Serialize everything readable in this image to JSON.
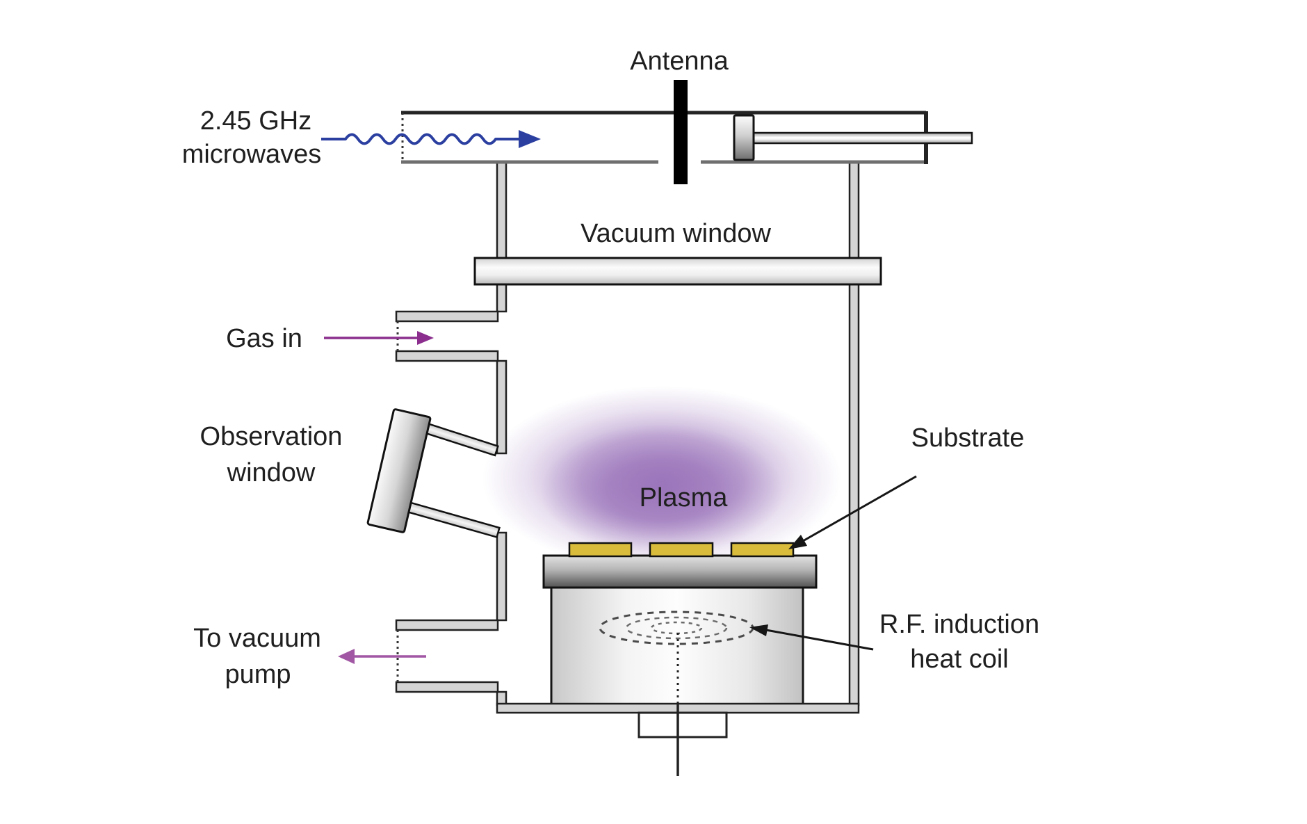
{
  "figure": {
    "labels": {
      "antenna": "Antenna",
      "microwaves": {
        "line1": "2.45 GHz",
        "line2": "microwaves"
      },
      "vacuum_window": "Vacuum window",
      "gas_in": "Gas in",
      "observation_window": {
        "line1": "Observation",
        "line2": "window"
      },
      "plasma": "Plasma",
      "substrate": "Substrate",
      "rf_coil": {
        "line1": "R.F. induction",
        "line2": "heat coil"
      },
      "vacuum_pump": {
        "line1": "To vacuum",
        "line2": "pump"
      }
    },
    "colors": {
      "microwave_arrow": "#2b3fa0",
      "gas_arrow": "#8b2e8e",
      "pump_arrow": "#a157a3",
      "plasma_glow": "#9268b4",
      "plasma_text": "#3c2063",
      "substrate_chip": "#d9bc3c",
      "outline": "#1c1c1c"
    }
  }
}
